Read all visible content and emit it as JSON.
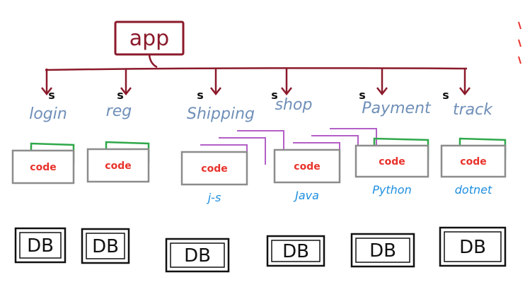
{
  "colors": {
    "app": "#8b1a2b",
    "connector": "#8b1a2b",
    "service_label": "#6f8fb8",
    "code_box": "#8c8c8c",
    "code_text": "#e8322b",
    "green_stack": "#2fa84a",
    "purple_stack": "#b45fc7",
    "lang_text": "#1e8fe0",
    "db": "#111111",
    "s_mark": "#111111",
    "edge_marks": "#e8322b"
  },
  "app": {
    "label": "app"
  },
  "services": [
    {
      "label": "login",
      "s": "s",
      "code": "code",
      "stack": "green",
      "language": "",
      "db": "DB"
    },
    {
      "label": "reg",
      "s": "s",
      "code": "code",
      "stack": "green",
      "language": "",
      "db": "DB"
    },
    {
      "label": "Shipping",
      "s": "s",
      "code": "code",
      "stack": "purple",
      "language": "j-s",
      "db": "DB"
    },
    {
      "label": "shop",
      "s": "s",
      "code": "code",
      "stack": "purple",
      "language": "Java",
      "db": "DB"
    },
    {
      "label": "Payment",
      "s": "s",
      "code": "code",
      "stack": "green",
      "language": "Python",
      "db": "DB"
    },
    {
      "label": "track",
      "s": "s",
      "code": "code",
      "stack": "green",
      "language": "dotnet",
      "db": "DB"
    }
  ]
}
